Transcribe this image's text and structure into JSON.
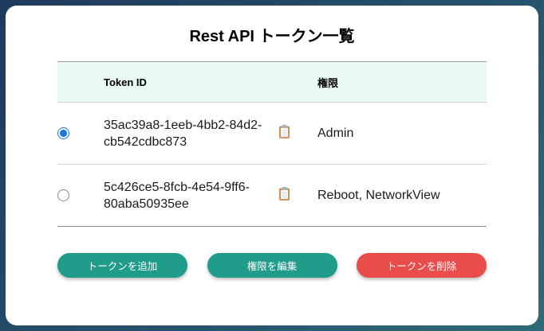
{
  "page": {
    "title": "Rest API トークン一覧"
  },
  "table": {
    "headers": {
      "token_id": "Token ID",
      "permission": "権限"
    },
    "rows": [
      {
        "token_id": "35ac39a8-1eeb-4bb2-84d2-cb542cdbc873",
        "permission": "Admin",
        "selected": true
      },
      {
        "token_id": "5c426ce5-8fcb-4e54-9ff6-80aba50935ee",
        "permission": "Reboot, NetworkView",
        "selected": false
      }
    ]
  },
  "buttons": {
    "add": "トークンを追加",
    "edit": "権限を編集",
    "delete": "トークンを削除"
  },
  "icons": {
    "copy": "clipboard-icon"
  },
  "colors": {
    "background_top": "#1f3a5f",
    "background_bottom": "#2f6b79",
    "card": "#ffffff",
    "header_bg": "#e9f9f4",
    "button_teal": "#1f9c8a",
    "button_red": "#e84d4b",
    "radio_selected": "#1577e0"
  }
}
